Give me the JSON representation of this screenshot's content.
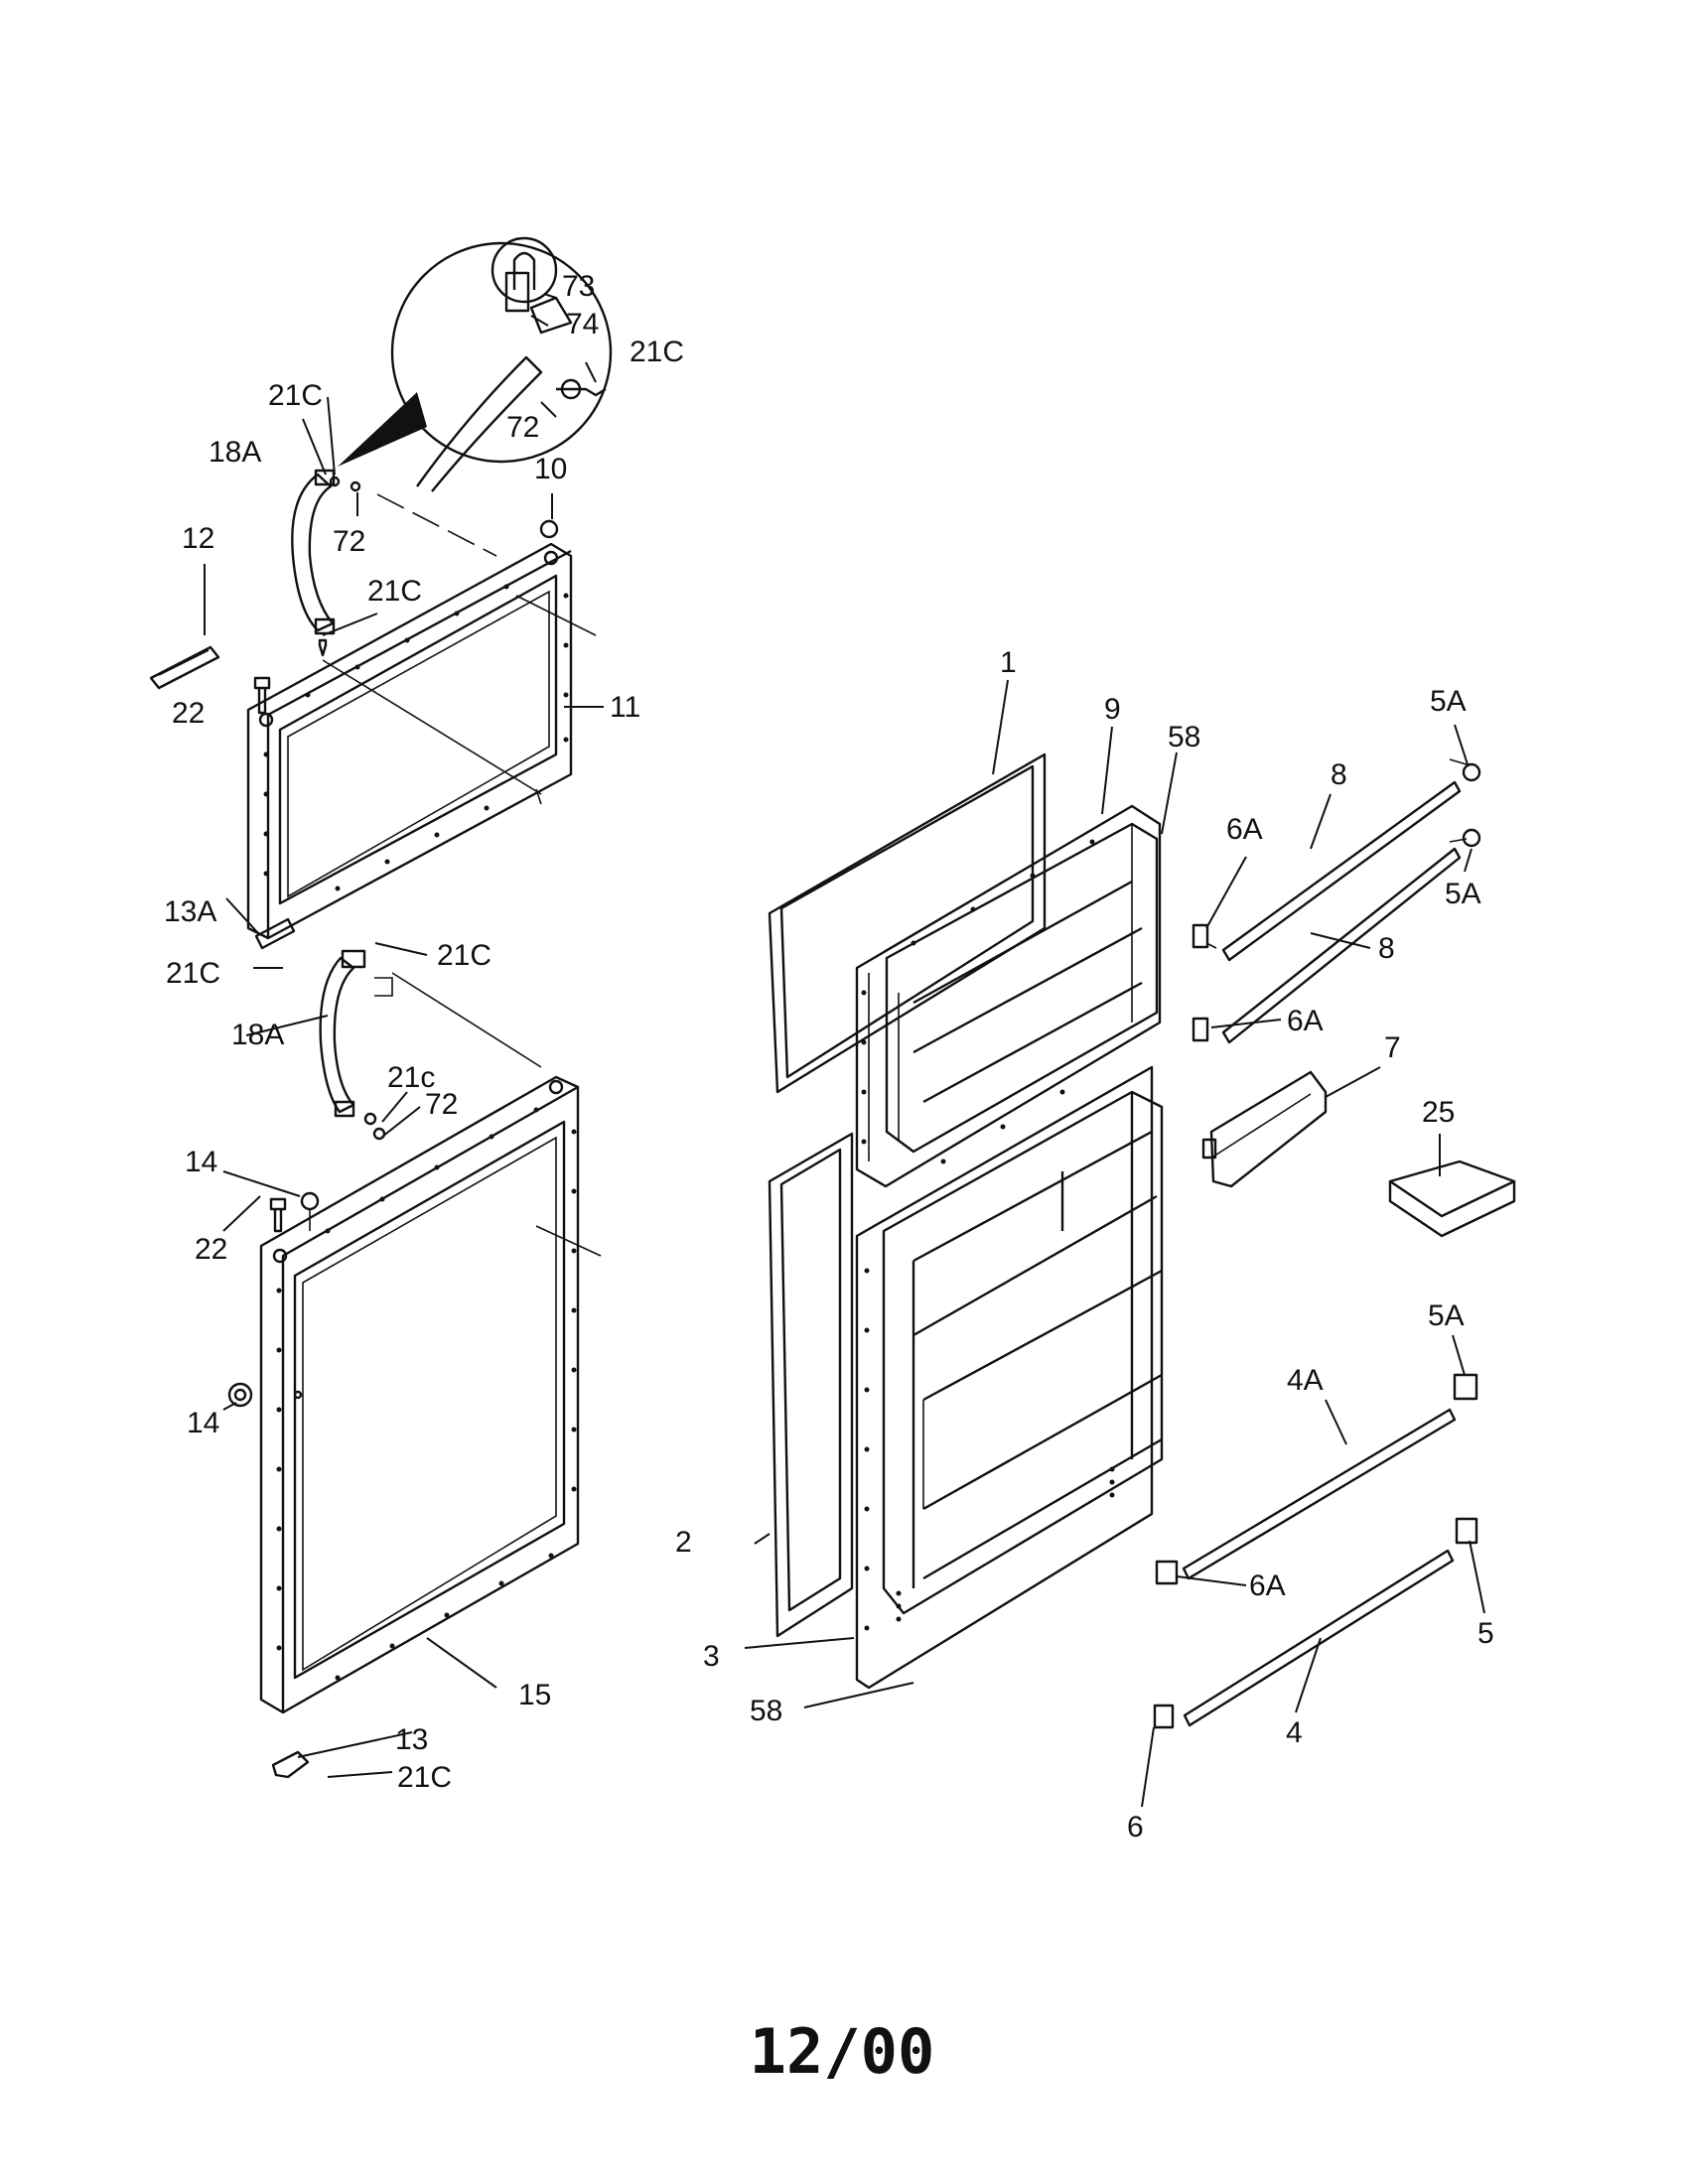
{
  "labels": {
    "l73": "73",
    "l74": "74",
    "l21c_inset": "21C",
    "l72_inset": "72",
    "l21c_top": "21C",
    "l18a_top": "18A",
    "l72_top": "72",
    "l10": "10",
    "l12": "12",
    "l21c_mid": "21C",
    "l22_top": "22",
    "l11": "11",
    "l13a": "13A",
    "l21c_right": "21C",
    "l21c_left": "21C",
    "l18a_bot": "18A",
    "l21c_lower": "21c",
    "l72_lower": "72",
    "l14_top": "14",
    "l22_bot": "22",
    "l14_side": "14",
    "l15": "15",
    "l13": "13",
    "l21c_bottom": "21C",
    "l1": "1",
    "l9": "9",
    "l58_top": "58",
    "l5a_1": "5A",
    "l8_1": "8",
    "l6a_1": "6A",
    "l5a_2": "5A",
    "l8_2": "8",
    "l6a_2": "6A",
    "l7": "7",
    "l25": "25",
    "l5a_3": "5A",
    "l4a": "4A",
    "l6a_3": "6A",
    "l5": "5",
    "l2": "2",
    "l3": "3",
    "l58_bot": "58",
    "l4": "4",
    "l6": "6"
  },
  "footer": {
    "date": "12/00"
  }
}
